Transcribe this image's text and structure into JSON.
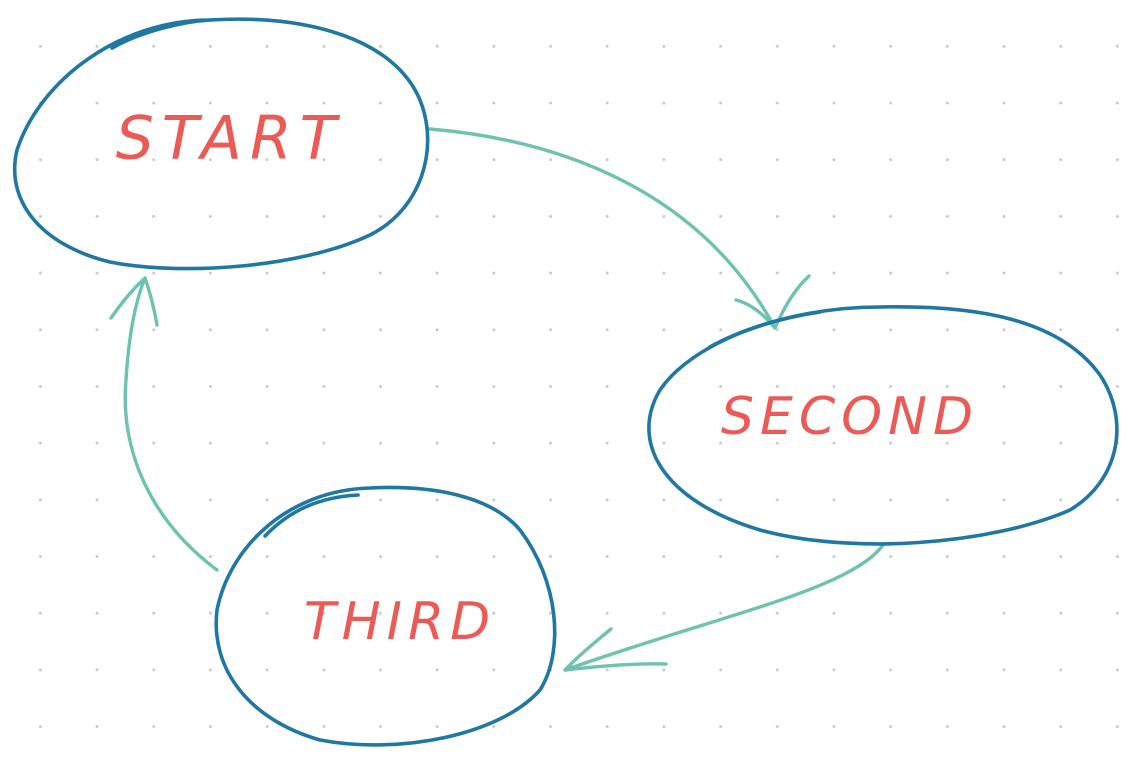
{
  "colors": {
    "node_outline": "#1f77a4",
    "node_label": "#ec5a55",
    "arrow": "#6dc2b0",
    "grid_dot": "#c9c9c9",
    "background": "#ffffff"
  },
  "nodes": [
    {
      "id": "start",
      "label": "START"
    },
    {
      "id": "second",
      "label": "SECOND"
    },
    {
      "id": "third",
      "label": "THIRD"
    }
  ],
  "edges": [
    {
      "from": "start",
      "to": "second"
    },
    {
      "from": "second",
      "to": "third"
    },
    {
      "from": "third",
      "to": "start"
    }
  ]
}
